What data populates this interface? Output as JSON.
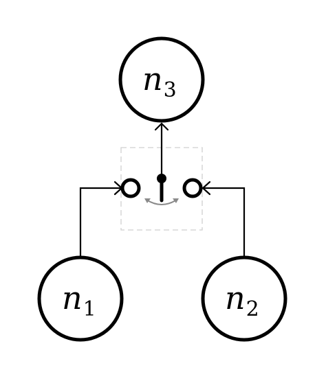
{
  "nodes": [
    {
      "id": "n3",
      "base": "n",
      "sub": "3"
    },
    {
      "id": "n1",
      "base": "n",
      "sub": "1"
    },
    {
      "id": "n2",
      "base": "n",
      "sub": "2"
    }
  ],
  "edges": [
    {
      "from": "n1",
      "to": "switch-left-terminal"
    },
    {
      "from": "n2",
      "to": "switch-right-terminal"
    },
    {
      "from": "switch-pivot",
      "to": "n3"
    }
  ],
  "colors": {
    "stroke": "#000000",
    "background": "#ffffff",
    "switch_box": "#cfcfcf",
    "swing_arc": "#8a8a8a"
  }
}
